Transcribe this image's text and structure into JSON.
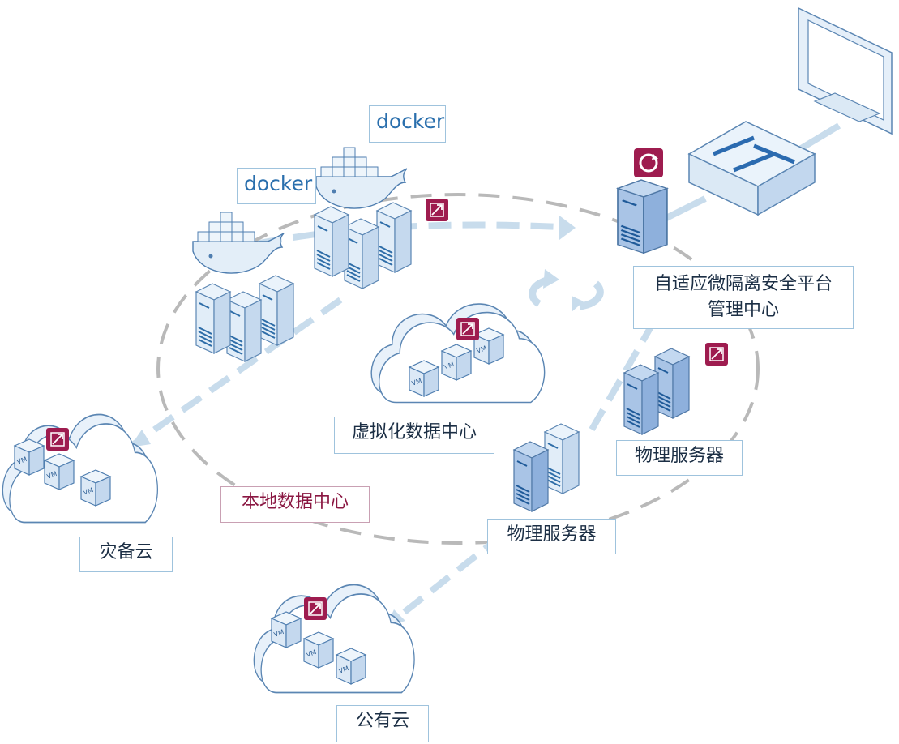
{
  "labels": {
    "docker_1": "docker",
    "docker_2": "docker",
    "mgmt_center": "自适应微隔离安全平台\n管理中心",
    "virtual_dc": "虚拟化数据中心",
    "physical_server_1": "物理服务器",
    "physical_server_2": "物理服务器",
    "local_dc": "本地数据中心",
    "dr_cloud": "灾备云",
    "public_cloud": "公有云"
  },
  "vm_badge": "VM",
  "colors": {
    "line": "#c8dcec",
    "server_light": "#dbe9f5",
    "server_blue": "#aac6e6",
    "accent": "#9e1c4f",
    "dash_ellipse": "#b9b9b9"
  }
}
